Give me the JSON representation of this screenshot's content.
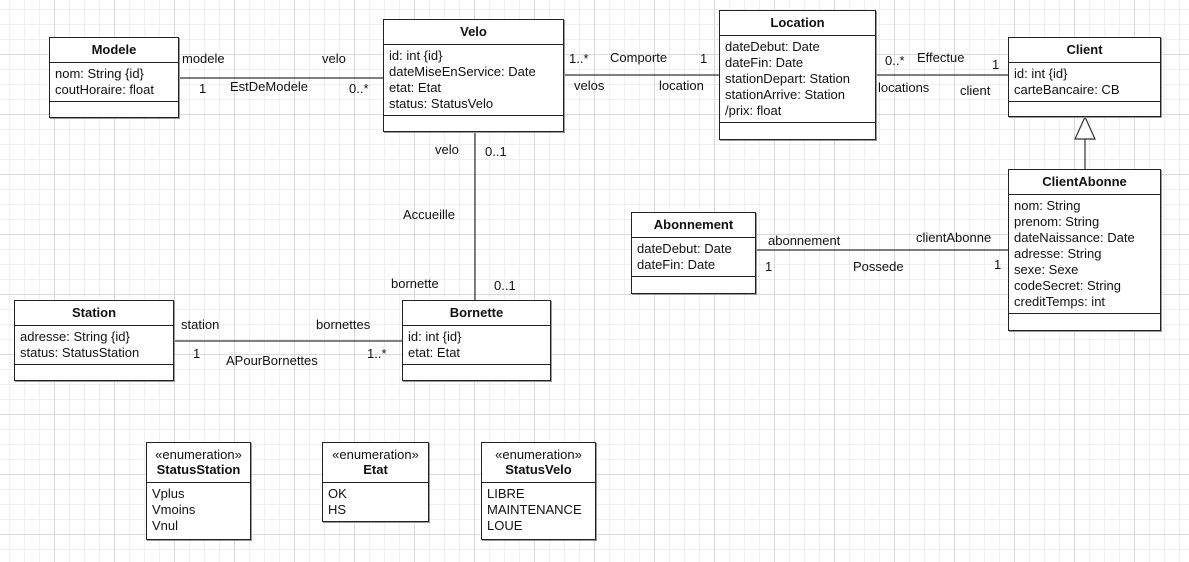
{
  "classes": {
    "modele": {
      "name": "Modele",
      "attributes": [
        "nom: String {id}",
        "coutHoraire: float"
      ]
    },
    "velo": {
      "name": "Velo",
      "attributes": [
        "id: int {id}",
        "dateMiseEnService: Date",
        "etat: Etat",
        "status: StatusVelo"
      ]
    },
    "location": {
      "name": "Location",
      "attributes": [
        "dateDebut: Date",
        "dateFin: Date",
        "stationDepart: Station",
        "stationArrive: Station",
        "/prix: float"
      ]
    },
    "client": {
      "name": "Client",
      "attributes": [
        "id: int {id}",
        "carteBancaire: CB"
      ]
    },
    "client_abonne": {
      "name": "ClientAbonne",
      "attributes": [
        "nom: String",
        "prenom: String",
        "dateNaissance: Date",
        "adresse: String",
        "sexe: Sexe",
        "codeSecret: String",
        "creditTemps: int"
      ]
    },
    "abonnement": {
      "name": "Abonnement",
      "attributes": [
        "dateDebut: Date",
        "dateFin: Date"
      ]
    },
    "station": {
      "name": "Station",
      "attributes": [
        "adresse: String {id}",
        "status: StatusStation"
      ]
    },
    "bornette": {
      "name": "Bornette",
      "attributes": [
        "id: int {id}",
        "etat: Etat"
      ]
    }
  },
  "enumerations": {
    "status_station": {
      "stereotype": "«enumeration»",
      "name": "StatusStation",
      "literals": [
        "Vplus",
        "Vmoins",
        "Vnul"
      ]
    },
    "etat": {
      "stereotype": "«enumeration»",
      "name": "Etat",
      "literals": [
        "OK",
        "HS"
      ]
    },
    "status_velo": {
      "stereotype": "«enumeration»",
      "name": "StatusVelo",
      "literals": [
        "LIBRE",
        "MAINTENANCE",
        "LOUE"
      ]
    }
  },
  "associations": {
    "est_de_modele": {
      "name": "EstDeModele",
      "role_a": "modele",
      "mult_a": "1",
      "role_b": "velo",
      "mult_b": "0..*"
    },
    "comporte": {
      "name": "Comporte",
      "role_a": "velos",
      "mult_a": "1..*",
      "role_b": "location",
      "mult_b": "1"
    },
    "effectue": {
      "name": "Effectue",
      "role_a": "locations",
      "mult_a": "0..*",
      "role_b": "client",
      "mult_b": "1"
    },
    "accueille": {
      "name": "Accueille",
      "role_a": "velo",
      "mult_a": "0..1",
      "role_b": "bornette",
      "mult_b": "0..1"
    },
    "possede": {
      "name": "Possede",
      "role_a": "abonnement",
      "mult_a": "1",
      "role_b": "clientAbonne",
      "mult_b": "1"
    },
    "a_pour_bornettes": {
      "name": "APourBornettes",
      "role_a": "station",
      "mult_a": "1",
      "role_b": "bornettes",
      "mult_b": "1..*"
    }
  }
}
